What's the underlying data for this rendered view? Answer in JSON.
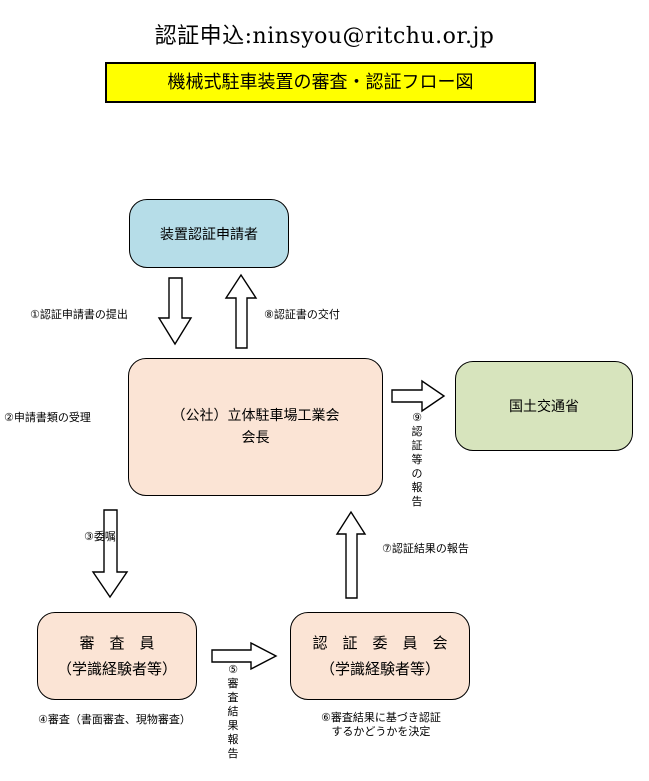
{
  "header": {
    "title": "認証申込:ninsyou@ritchu.or.jp",
    "banner": "機械式駐車装置の審査・認証フロー図"
  },
  "nodes": {
    "applicant": "装置認証申請者",
    "association_line1": "（公社）立体駐車場工業会",
    "association_line2": "会長",
    "mlit": "国土交通省",
    "examiner_line1": "審　査　員",
    "examiner_line2": "（学識経験者等）",
    "committee_line1": "認　証　委　員　会",
    "committee_line2": "（学識経験者等）"
  },
  "steps": {
    "s1": "①認証申請書の提出",
    "s2": "②申請書類の受理",
    "s3": "③委嘱",
    "s4": "④審査（書面審査、現物審査）",
    "s5_num": "⑤",
    "s5_text": "審査結果報告",
    "s6_line1": "⑥審査結果に基づき認証",
    "s6_line2": "するかどうかを決定",
    "s7": "⑦認証結果の報告",
    "s8": "⑧認証書の交付",
    "s9_num": "⑨",
    "s9_text": "認証等の報告"
  },
  "colors": {
    "banner": "#ffff00",
    "applicant": "#b6dde8",
    "association": "#fbe4d5",
    "mlit": "#d7e4bd",
    "examiner": "#fbe4d5",
    "committee": "#fbe4d5"
  }
}
